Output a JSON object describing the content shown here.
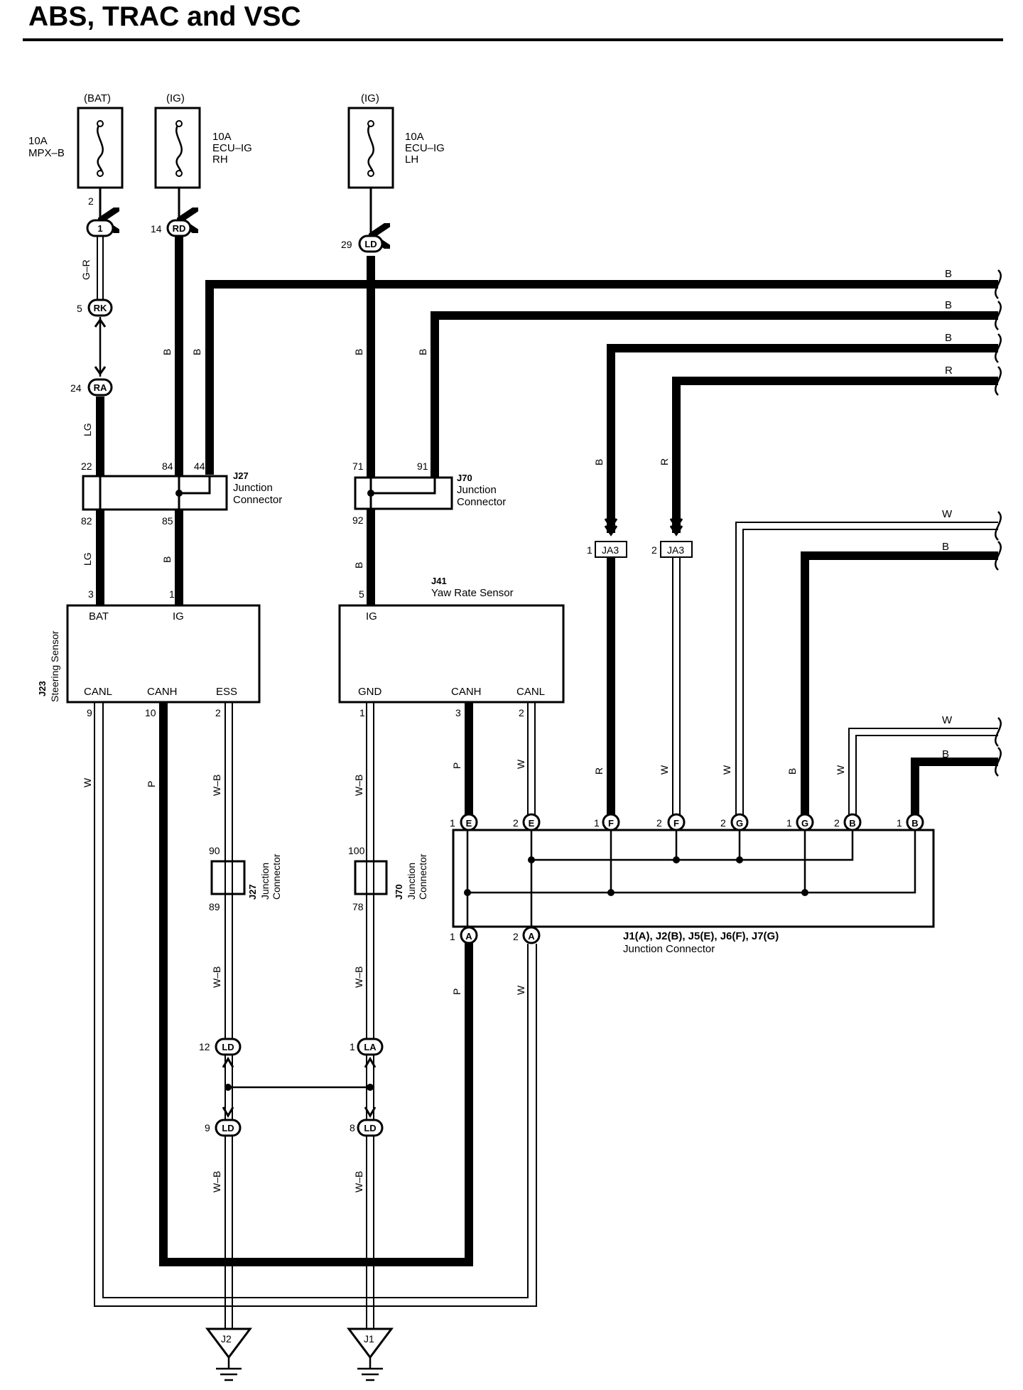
{
  "title": "ABS, TRAC and VSC",
  "fuses": [
    {
      "id": "fuse-mpx-b",
      "source": "(BAT)",
      "label": [
        "10A",
        "MPX–B"
      ]
    },
    {
      "id": "fuse-ecu-ig-rh",
      "source": "(IG)",
      "label": [
        "10A",
        "ECU–IG",
        "RH"
      ]
    },
    {
      "id": "fuse-ecu-ig-lh",
      "source": "(IG)",
      "label": [
        "10A",
        "ECU–IG",
        "LH"
      ]
    }
  ],
  "connector_codes": {
    "c1": "1",
    "rd": "RD",
    "ld": "LD",
    "rk": "RK",
    "ra": "RA",
    "ja3": "JA3",
    "la": "LA",
    "e": "E",
    "f": "F",
    "g": "G",
    "b": "B",
    "a": "A"
  },
  "pins": {
    "p2": "2",
    "p14": "14",
    "p29": "29",
    "p5": "5",
    "p24": "24",
    "p22": "22",
    "p84": "84",
    "p44": "44",
    "p82": "82",
    "p85": "85",
    "p71": "71",
    "p91": "91",
    "p92": "92",
    "p3": "3",
    "p1": "1",
    "p5b": "5",
    "p9": "9",
    "p10": "10",
    "p2b": "2",
    "p1b": "1",
    "p3b": "3",
    "p2c": "2",
    "p90": "90",
    "p89": "89",
    "p100": "100",
    "p78": "78",
    "p12": "12",
    "p1c": "1",
    "p9b": "9",
    "p8": "8",
    "ja1": "1",
    "ja2": "2",
    "e1": "1",
    "e2": "2",
    "f1": "1",
    "f2": "2",
    "g2": "2",
    "g1": "1",
    "b2": "2",
    "b1": "1",
    "a1": "1",
    "a2": "2"
  },
  "wire_colors": {
    "gr": "G–R",
    "lg": "LG",
    "b": "B",
    "r": "R",
    "w": "W",
    "p": "P",
    "wb": "W–B"
  },
  "components": {
    "j27": {
      "code": "J27",
      "name1": "Junction",
      "name2": "Connector"
    },
    "j70": {
      "code": "J70",
      "name1": "Junction",
      "name2": "Connector"
    },
    "j41": {
      "code": "J41",
      "name": "Yaw Rate Sensor"
    },
    "j23": {
      "code": "J23",
      "name": "Steering Sensor"
    },
    "jmain": {
      "codes": "J1(A), J2(B), J5(E), J6(F), J7(G)",
      "name": "Junction Connector"
    }
  },
  "terminals": {
    "bat": "BAT",
    "ig": "IG",
    "canl": "CANL",
    "canh": "CANH",
    "ess": "ESS",
    "gnd": "GND"
  },
  "grounds": {
    "j2": "J2",
    "j1": "J1"
  }
}
